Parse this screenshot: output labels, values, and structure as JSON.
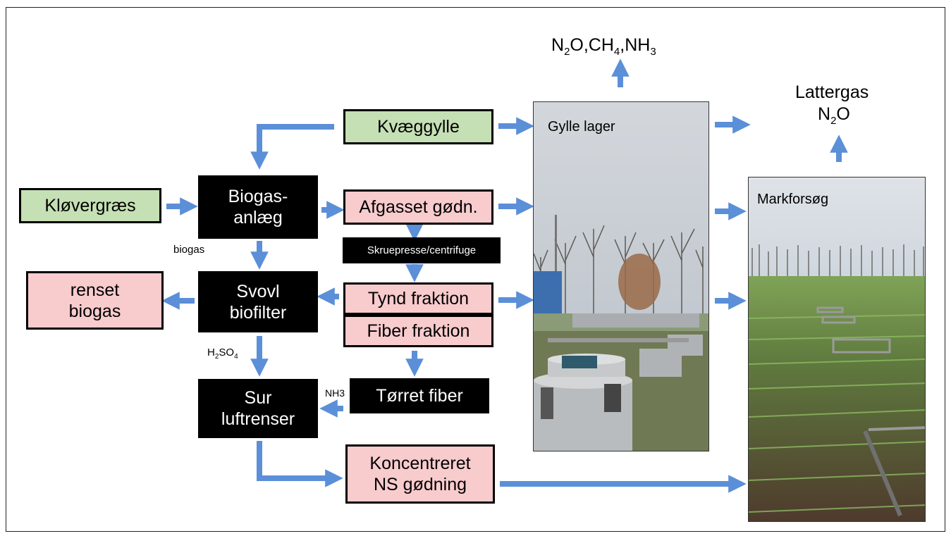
{
  "boxes": {
    "kvaeggylle": "Kvæggylle",
    "klovergraes": "Kløvergræs",
    "biogas_line1": "Biogas-",
    "biogas_line2": "anlæg",
    "afgasset": "Afgasset gødn.",
    "skruepresse": "Skruepresse/centrifuge",
    "tynd": "Tynd fraktion",
    "fiber": "Fiber fraktion",
    "svovl_line1": "Svovl",
    "svovl_line2": "biofilter",
    "renset_line1": "renset",
    "renset_line2": "biogas",
    "torret": "Tørret fiber",
    "sur_line1": "Sur",
    "sur_line2": "luftrenser",
    "konc_line1": "Koncentreret",
    "konc_line2": "NS gødning"
  },
  "labels": {
    "biogas": "biogas",
    "h2so4_main": "H",
    "h2so4_sub1": "2",
    "h2so4_mid": "SO",
    "h2so4_sub2": "4",
    "nh3": "NH3",
    "emissions_n": "N",
    "emissions_sub1": "2",
    "emissions_o_ch": "O,CH",
    "emissions_sub2": "4",
    "emissions_nh": ",NH",
    "emissions_sub3": "3",
    "lattergas": "Lattergas",
    "n2o_n": "N",
    "n2o_sub": "2",
    "n2o_o": "O"
  },
  "photos": {
    "gylle_lager": "Gylle lager",
    "markforsog": "Markforsøg"
  },
  "colors": {
    "arrow": "#5b8fd8",
    "green_box": "#c5e0b4",
    "pink_box": "#f8cbcd",
    "black_box": "#000000"
  }
}
